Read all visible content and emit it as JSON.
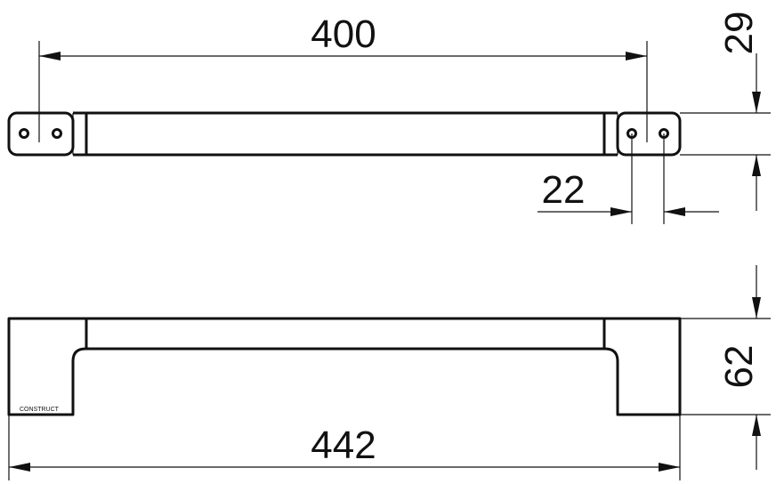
{
  "dimensions": {
    "top_length": "400",
    "top_height": "29",
    "hole_spacing": "22",
    "side_height": "62",
    "total_length": "442"
  },
  "brand": "CONSTRUCT"
}
